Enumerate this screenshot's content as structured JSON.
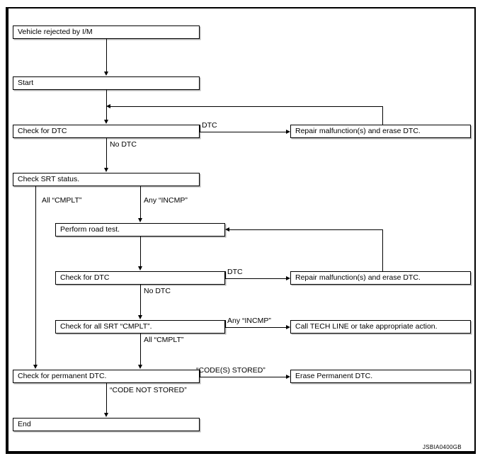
{
  "figure": {
    "id_label": "JSBIA0400GB",
    "type": "flowchart",
    "title": ""
  },
  "nodes": {
    "vehicle_rejected": "Vehicle rejected by I/M",
    "start": "Start",
    "check_dtc_1": "Check for DTC",
    "repair_1": "Repair malfunction(s) and erase DTC.",
    "check_srt_status": "Check SRT status.",
    "perform_road_test": "Perform road test.",
    "check_dtc_2": "Check for DTC",
    "repair_2": "Repair malfunction(s) and erase DTC.",
    "check_all_srt_cmplt": "Check for all SRT “CMPLT”.",
    "call_tech_line": "Call TECH LINE or take appropriate action.",
    "check_permanent_dtc": "Check for permanent DTC.",
    "erase_permanent_dtc": "Erase Permanent DTC.",
    "end": "End"
  },
  "edge_labels": {
    "dtc_1": "DTC",
    "no_dtc_1": "No DTC",
    "all_cmplt_1": "All “CMPLT”",
    "any_incmp_1": "Any “INCMP”",
    "dtc_2": "DTC",
    "no_dtc_2": "No DTC",
    "any_incmp_2": "Any “INCMP”",
    "all_cmplt_2": "All “CMPLT”",
    "codes_stored": "“CODE(S) STORED”",
    "code_not_stored": "“CODE NOT STORED”"
  },
  "colors": {
    "line": "#000000",
    "box_fill": "#ffffff",
    "box_border": "#000000",
    "box_shadow": "#b4b4b4",
    "background": "#ffffff"
  }
}
